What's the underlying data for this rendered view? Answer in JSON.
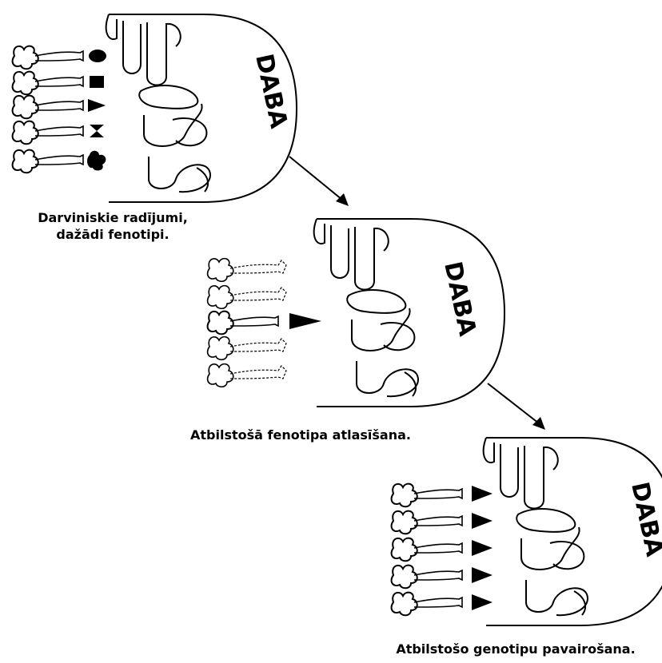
{
  "panels": [
    {
      "label": "DABA",
      "caption_line1": "Darviniskie radījumi,",
      "caption_line2": "dažādi fenotipi."
    },
    {
      "label": "DABA",
      "caption_line1": "Atbilstošā fenotipa atlasīšana."
    },
    {
      "label": "DABA",
      "caption_line1": "Atbilstošo genotipu pavairošana."
    }
  ]
}
